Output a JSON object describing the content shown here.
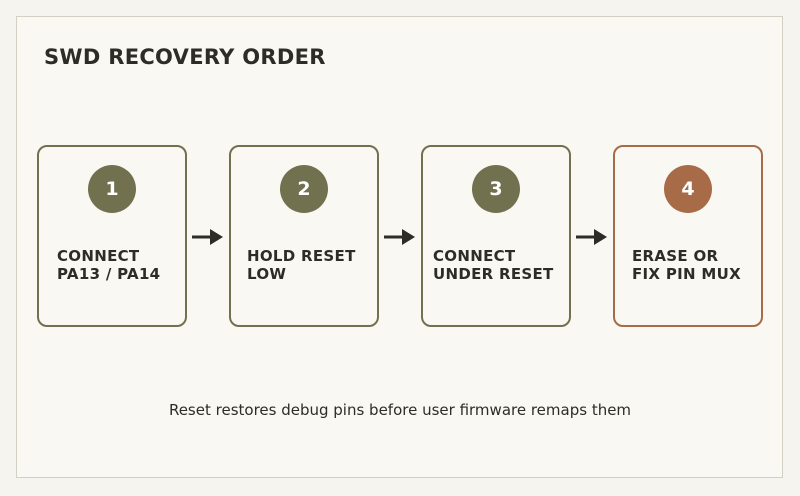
{
  "title": "SWD RECOVERY ORDER",
  "steps": [
    {
      "number": "1",
      "label": "CONNECT\nPA13 / PA14"
    },
    {
      "number": "2",
      "label": "HOLD RESET\nLOW"
    },
    {
      "number": "3",
      "label": "CONNECT\nUNDER RESET"
    },
    {
      "number": "4",
      "label": "ERASE OR\nFIX PIN MUX"
    }
  ],
  "caption": "Reset restores debug pins before user firmware remaps them",
  "colors": {
    "step": "#717150",
    "final_step": "#a76b48",
    "arrow": "#2e2c27",
    "background": "#faf8f3"
  }
}
